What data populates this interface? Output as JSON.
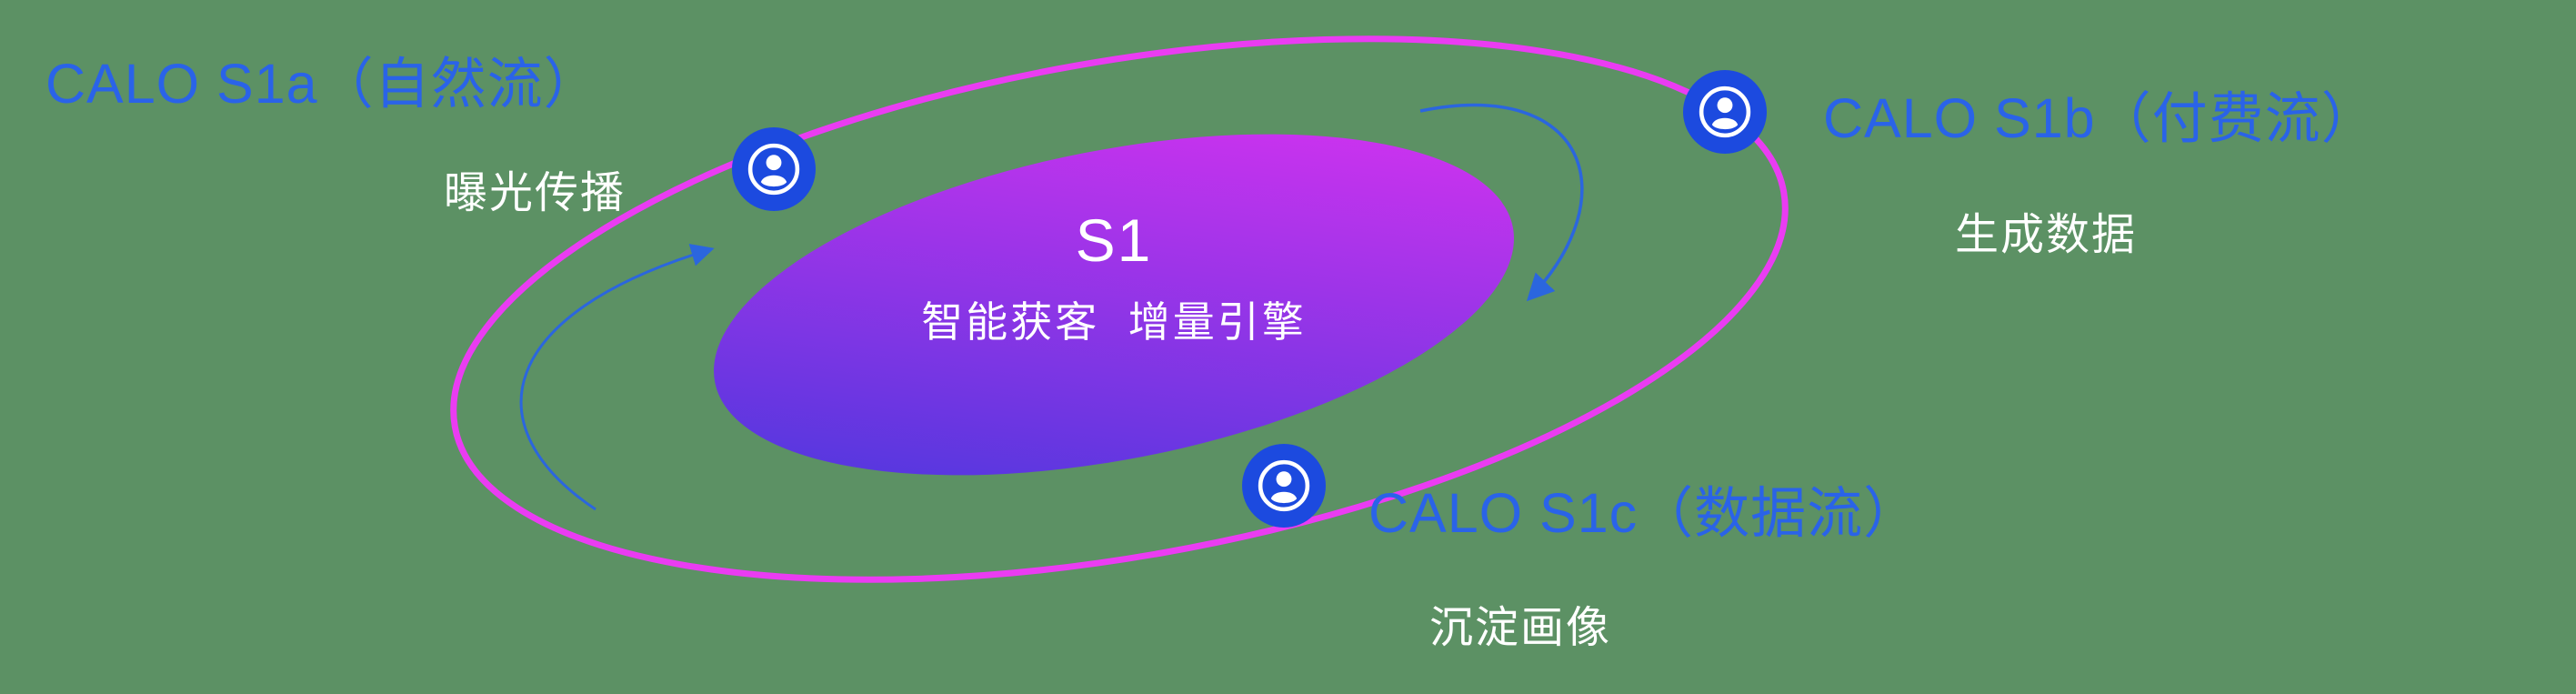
{
  "colors": {
    "background": "#5C9164",
    "label_blue": "#2A63E8",
    "icon_blue": "#1C4ADF",
    "arrow_blue": "#2B66DE"
  },
  "orbit": {
    "ring_color": "#EA3CF2"
  },
  "center": {
    "title": "S1",
    "subtitle": "智能获客  增量引擎",
    "gradient_start": "#4238DC",
    "gradient_end": "#D832F0"
  },
  "nodes": [
    {
      "id": "s1a",
      "label": "CALO S1a（自然流）",
      "sublabel": "曝光传播",
      "icon": "user-circle-icon"
    },
    {
      "id": "s1b",
      "label": "CALO S1b（付费流）",
      "sublabel": "生成数据",
      "icon": "user-circle-icon"
    },
    {
      "id": "s1c",
      "label": "CALO S1c（数据流）",
      "sublabel": "沉淀画像",
      "icon": "user-circle-icon"
    }
  ]
}
